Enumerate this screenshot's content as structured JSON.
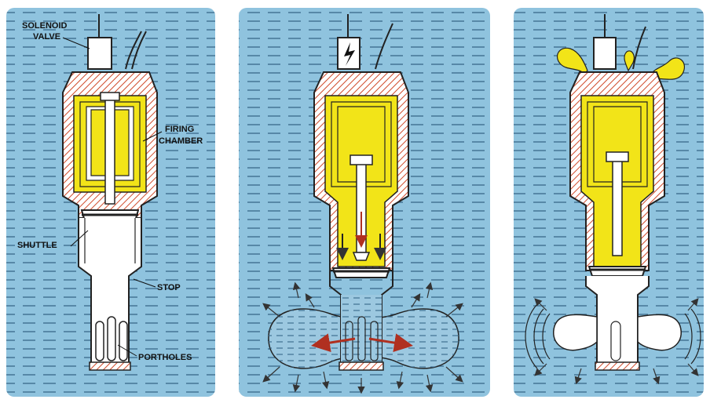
{
  "labels": {
    "solenoid_valve_line1": "SOLENOID",
    "solenoid_valve_line2": "VALVE",
    "firing_chamber_line1": "FIRING",
    "firing_chamber_line2": "CHAMBER",
    "shuttle": "SHUTTLE",
    "stop": "STOP",
    "portholes": "PORTHOLES"
  },
  "colors": {
    "water": "#8fc3de",
    "water_dash": "#3f6f8f",
    "air": "#f2e418",
    "body": "#ffffff",
    "outline": "#2a2a2a",
    "hatch": "#d04a2a",
    "bubble": "#9cc8e0",
    "page": "#ffffff"
  },
  "panels": [
    {
      "name": "panel-charged",
      "state": "charged"
    },
    {
      "name": "panel-firing",
      "state": "firing"
    },
    {
      "name": "panel-discharged",
      "state": "discharged"
    }
  ],
  "icons": [
    "lightning-bolt-icon",
    "arrow-icon"
  ]
}
